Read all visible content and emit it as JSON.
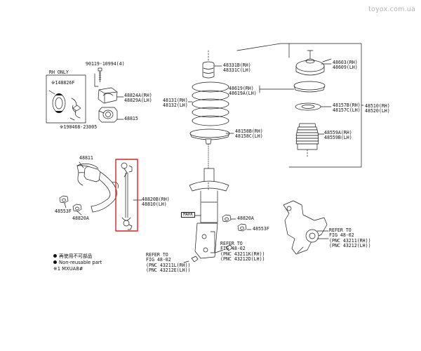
{
  "watermark": "toyox.com.ua",
  "label_rh_only": "RH ONLY",
  "part_number_labels": [
    "90119-10994(4)",
    "※148826F",
    "48824A(RH)\n48829A(LH)",
    "48815",
    "※190468-23005",
    "48811",
    "48820B(RH)\n48810(LH)",
    "48553F",
    "48820A",
    "48331B(RH)\n48331C(LH)",
    "48131(RH)\n48132(LH)",
    "48619(RH)\n48619A(LH)",
    "48158B(RH)\n48158C(LH)",
    "48603(RH)\n48609(LH)",
    "48157B(RH)\n48157C(LH)",
    "48510(RH)\n48520(LH)",
    "48559A(RH)\n48559B(LH)",
    "48820A",
    "48553F"
  ],
  "mark_label": "MARK",
  "refer_labels": [
    "REFER TO\nFIG 48-02\n(PNC 43211L(RH))\n(PNC 43212E(LH))",
    "REFER TO\nFIG 48-02\n(PNC 43211K(RH))\n(PNC 43212D(LH))",
    "REFER TO\nFIG 48-02\n(PNC 43211(RH))\n(PNC 43212(LH))"
  ],
  "legend": {
    "line1": "再使用不可部品",
    "line2": "Non-reusable part",
    "line3": "※1 MXUA8#"
  },
  "colors": {
    "line": "#1a1a1a",
    "highlight": "#e0201e",
    "watermark": "#b4b4b4"
  }
}
